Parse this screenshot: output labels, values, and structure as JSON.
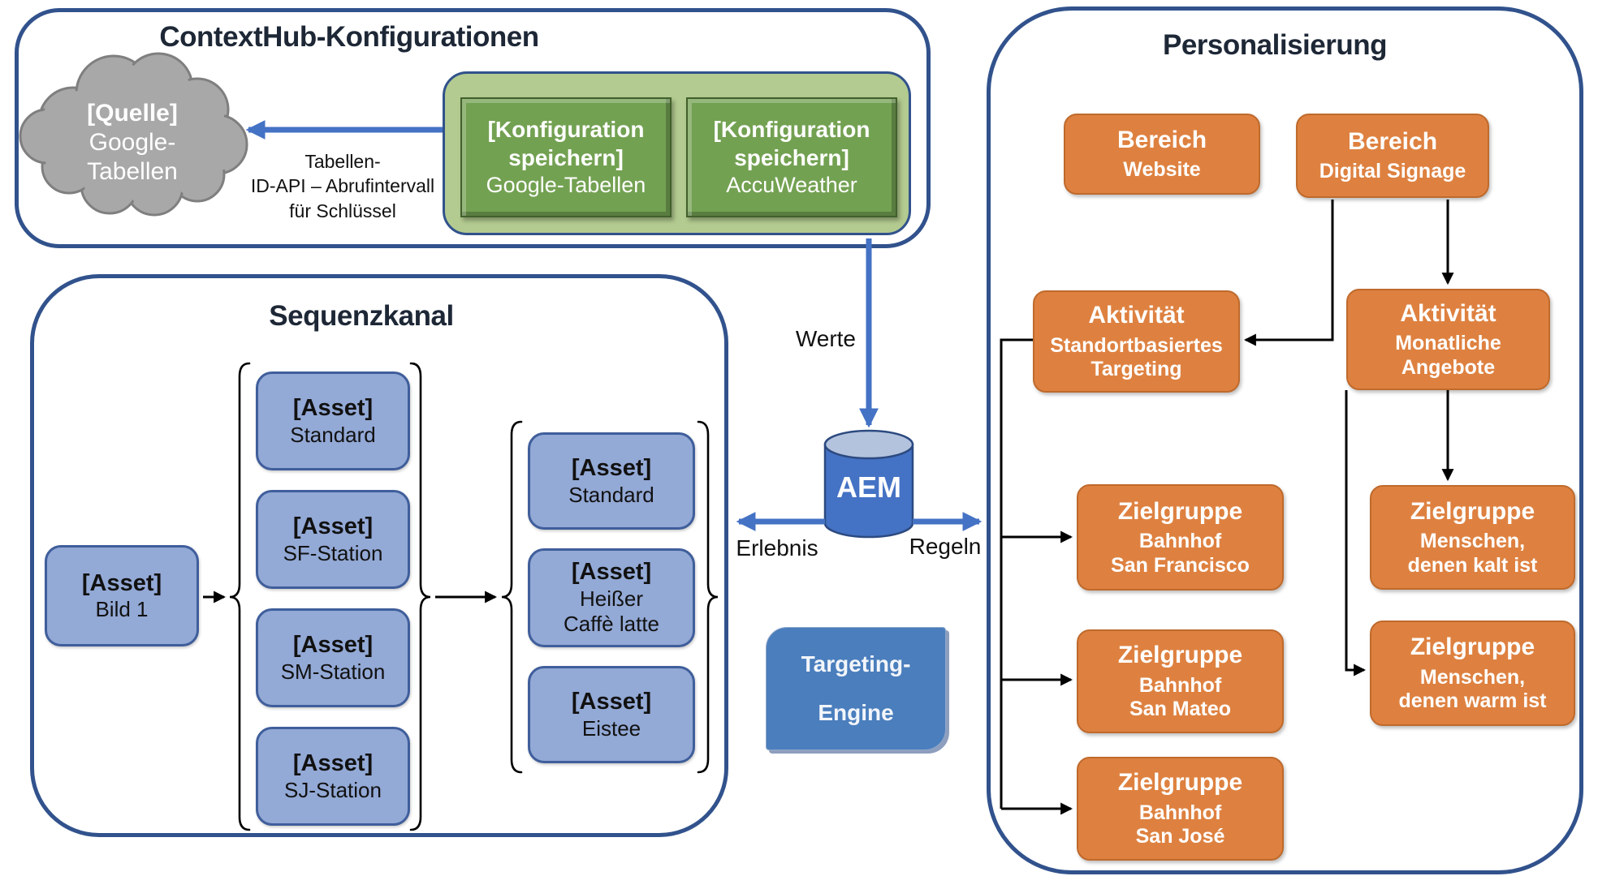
{
  "colors": {
    "panel-border": "#31528c",
    "title": "#1d2736",
    "arrow-blue": "#4472c4",
    "asset-fill": "#93a9d6",
    "asset-border": "#3f5e9b",
    "orange-fill": "#de8140",
    "orange-border": "#bf6a2c",
    "green-panel-fill": "#b3cb90",
    "green-box-fill": "#73a152",
    "green-box-border": "#42602c",
    "cloud-fill": "#a8a8a8",
    "cloud-border": "#7f7f7f",
    "aem-top-fill": "#b4c3dd",
    "engine-fill": "#4a7ebd",
    "connector-black": "#000000"
  },
  "contexthub": {
    "title": "ContextHub-Konfigurationen",
    "cloud": {
      "line1": "[Quelle]",
      "line2": "Google-",
      "line3": "Tabellen"
    },
    "arrow_label": {
      "line1": "Tabellen-",
      "line2": "ID-API – Abrufintervall",
      "line3": "für Schlüssel"
    },
    "config1": {
      "line1": "[Konfiguration",
      "line2": "speichern]",
      "line3": "Google-Tabellen"
    },
    "config2": {
      "line1": "[Konfiguration",
      "line2": "speichern]",
      "line3": "AccuWeather"
    }
  },
  "sequenzkanal": {
    "title": "Sequenzkanal",
    "source": {
      "title": "[Asset]",
      "line1": "Bild 1"
    },
    "group1": [
      {
        "title": "[Asset]",
        "line1": "Standard"
      },
      {
        "title": "[Asset]",
        "line1": "SF-Station"
      },
      {
        "title": "[Asset]",
        "line1": "SM-Station"
      },
      {
        "title": "[Asset]",
        "line1": "SJ-Station"
      }
    ],
    "group2": [
      {
        "title": "[Asset]",
        "line1": "Standard"
      },
      {
        "title": "[Asset]",
        "line1": "Heißer",
        "line2": "Caffè latte"
      },
      {
        "title": "[Asset]",
        "line1": "Eistee"
      }
    ]
  },
  "middle": {
    "werte": "Werte",
    "aem": "AEM",
    "erlebnis": "Erlebnis",
    "regeln": "Regeln",
    "engine": {
      "line1": "Targeting-",
      "line2": "Engine"
    }
  },
  "personalisierung": {
    "title": "Personalisierung",
    "bereich_website": {
      "title": "Bereich",
      "line1": "Website"
    },
    "bereich_signage": {
      "title": "Bereich",
      "line1": "Digital Signage"
    },
    "aktivitaet_standort": {
      "title": "Aktivität",
      "line1": "Standortbasiertes",
      "line2": "Targeting"
    },
    "aktivitaet_monatlich": {
      "title": "Aktivität",
      "line1": "Monatliche",
      "line2": "Angebote"
    },
    "zielgruppe_sf": {
      "title": "Zielgruppe",
      "line1": "Bahnhof",
      "line2": "San Francisco"
    },
    "zielgruppe_sm": {
      "title": "Zielgruppe",
      "line1": "Bahnhof",
      "line2": "San Mateo"
    },
    "zielgruppe_sj": {
      "title": "Zielgruppe",
      "line1": "Bahnhof",
      "line2": "San José"
    },
    "zielgruppe_kalt": {
      "title": "Zielgruppe",
      "line1": "Menschen,",
      "line2": "denen kalt ist"
    },
    "zielgruppe_warm": {
      "title": "Zielgruppe",
      "line1": "Menschen,",
      "line2": "denen warm ist"
    }
  }
}
